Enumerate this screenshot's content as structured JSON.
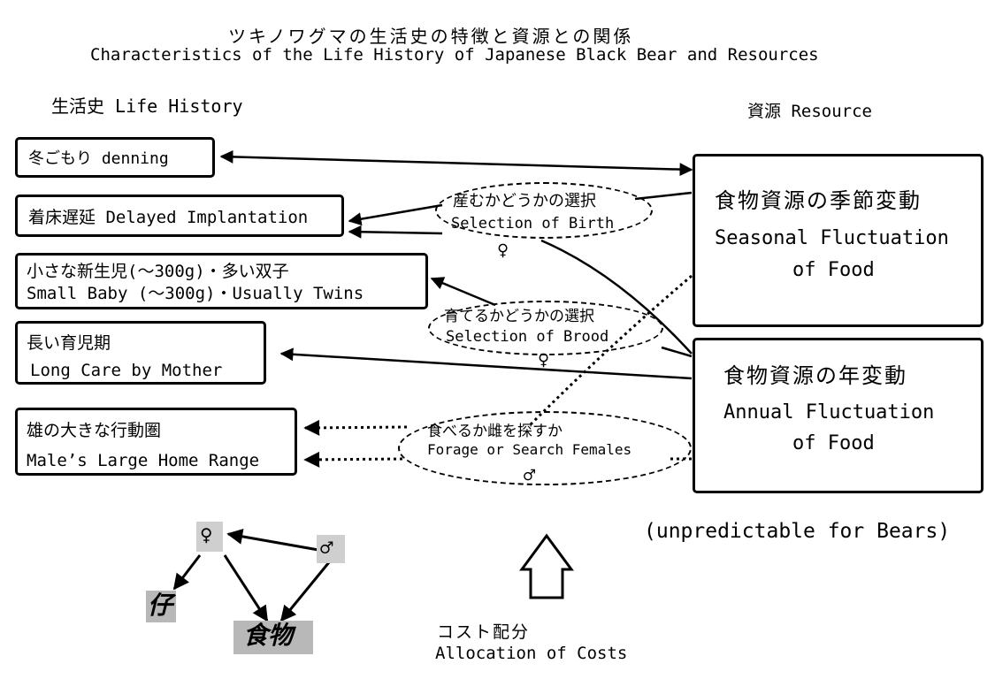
{
  "header": {
    "title_jp": "ツキノワグマの生活史の特徴と資源との関係",
    "title_en": "Characteristics of the Life History of Japanese Black Bear and Resources"
  },
  "columns": {
    "life_history": "生活史 Life History",
    "resource": "資源 Resource"
  },
  "life_history_boxes": {
    "denning": "冬ごもり denning",
    "delayed": "着床遅延 Delayed Implantation",
    "baby_jp": "小さな新生児(～300g)・多い双子",
    "baby_en": "Small Baby (～300g)・Usually Twins",
    "care_jp": "長い育児期",
    "care_en": "Long Care by Mother",
    "male_jp": "雄の大きな行動圏",
    "male_en": "Male’s Large Home Range"
  },
  "resource_boxes": {
    "seasonal_jp": "食物資源の季節変動",
    "seasonal_en1": "Seasonal Fluctuation",
    "seasonal_en2": "of Food",
    "annual_jp": "食物資源の年変動",
    "annual_en1": "Annual Fluctuation",
    "annual_en2": "of Food"
  },
  "choices": {
    "birth_jp": "産むかどうかの選択",
    "birth_en": "Selection of Birth",
    "birth_sym": "♀",
    "brood_jp": "育てるかどうかの選択",
    "brood_en": "Selection of Brood",
    "brood_sym": "♀",
    "forage_jp": "食べるか雌を探すか",
    "forage_en": "Forage or Search Females",
    "forage_sym": "♂"
  },
  "note": "(unpredictable for Bears)",
  "triangle": {
    "female": "♀",
    "male": "♂",
    "cub": "仔",
    "food": "食物"
  },
  "cost": {
    "jp": "コスト配分",
    "en": "Allocation of Costs"
  }
}
